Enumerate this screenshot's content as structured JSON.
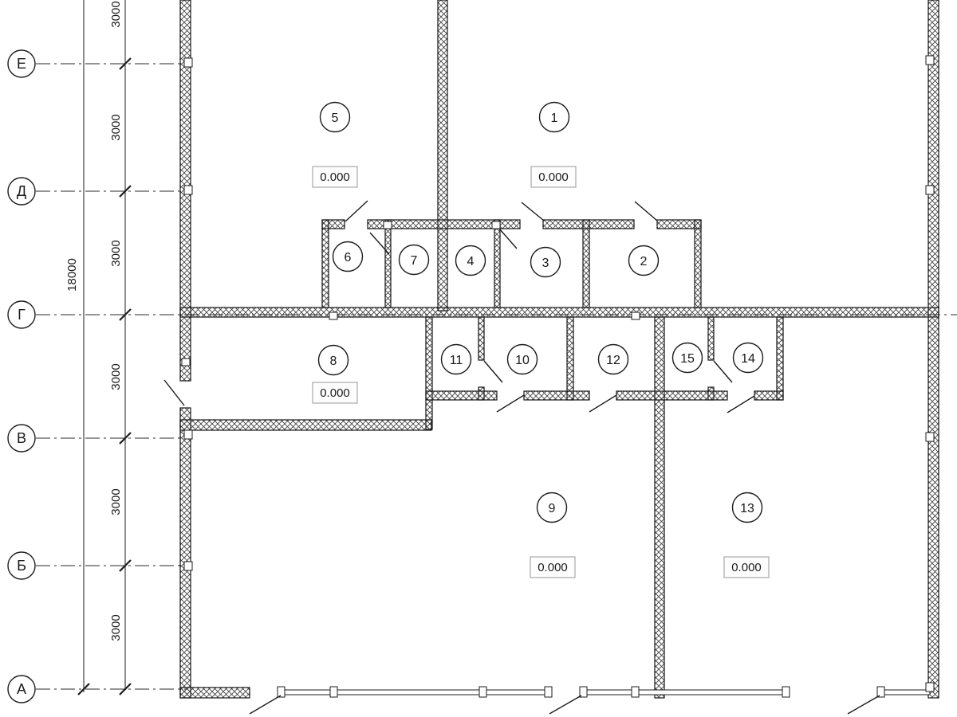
{
  "drawing": {
    "axis_bubbles": [
      {
        "label": "Е"
      },
      {
        "label": "Д"
      },
      {
        "label": "Г"
      },
      {
        "label": "В"
      },
      {
        "label": "Б"
      },
      {
        "label": "А"
      }
    ],
    "dim_bays": [
      "3000",
      "3000",
      "3000",
      "3000",
      "3000",
      "3000"
    ],
    "dim_total": "18000",
    "rooms": [
      {
        "number": "1",
        "elevation": "0.000"
      },
      {
        "number": "2"
      },
      {
        "number": "3"
      },
      {
        "number": "4"
      },
      {
        "number": "5",
        "elevation": "0.000"
      },
      {
        "number": "6"
      },
      {
        "number": "7"
      },
      {
        "number": "8",
        "elevation": "0.000"
      },
      {
        "number": "9",
        "elevation": "0.000"
      },
      {
        "number": "10"
      },
      {
        "number": "11"
      },
      {
        "number": "12"
      },
      {
        "number": "13",
        "elevation": "0.000"
      },
      {
        "number": "14"
      },
      {
        "number": "15"
      }
    ]
  }
}
